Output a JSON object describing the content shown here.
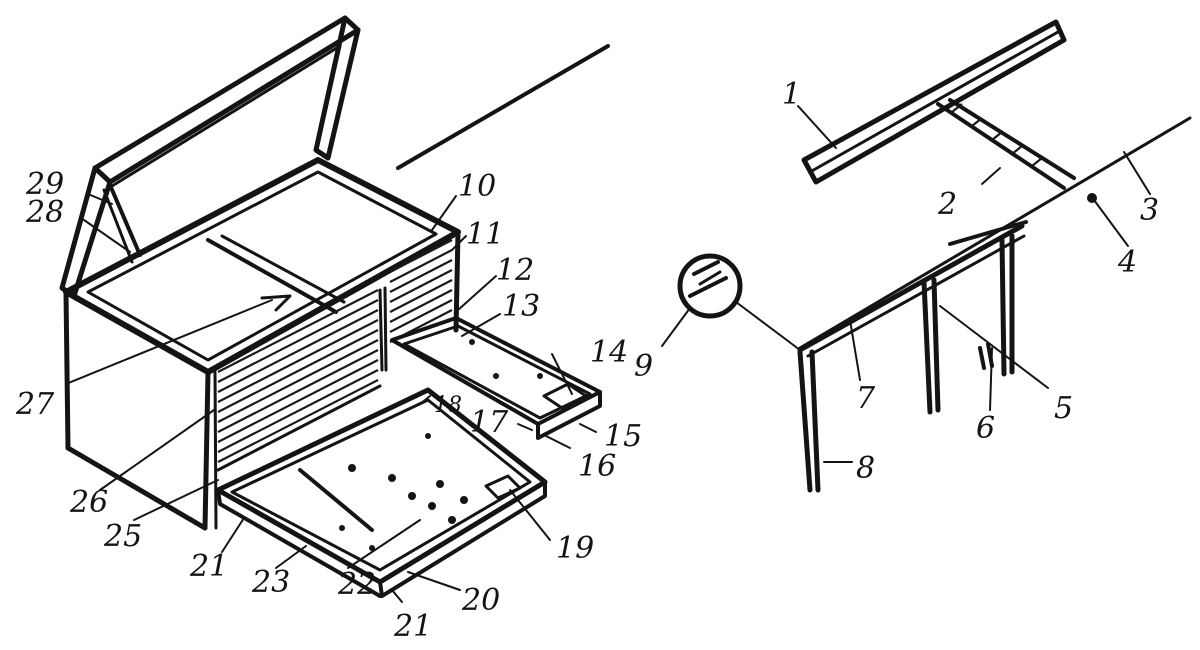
{
  "labels": {
    "n1": "1",
    "n2": "2",
    "n3": "3",
    "n4": "4",
    "n5": "5",
    "n6": "6",
    "n7": "7",
    "n8": "8",
    "n9": "9",
    "n10": "10",
    "n11": "11",
    "n12": "12",
    "n13": "13",
    "n14": "14",
    "n15": "15",
    "n16": "16",
    "n17": "17",
    "n18": "18",
    "n19": "19",
    "n20": "20",
    "n21a": "21",
    "n21b": "21",
    "n22": "22",
    "n23": "23",
    "n25": "25",
    "n26": "26",
    "n27": "27",
    "n28": "28",
    "n29": "29"
  },
  "colors": {
    "ink": "#141414",
    "paper": "#ffffff"
  }
}
